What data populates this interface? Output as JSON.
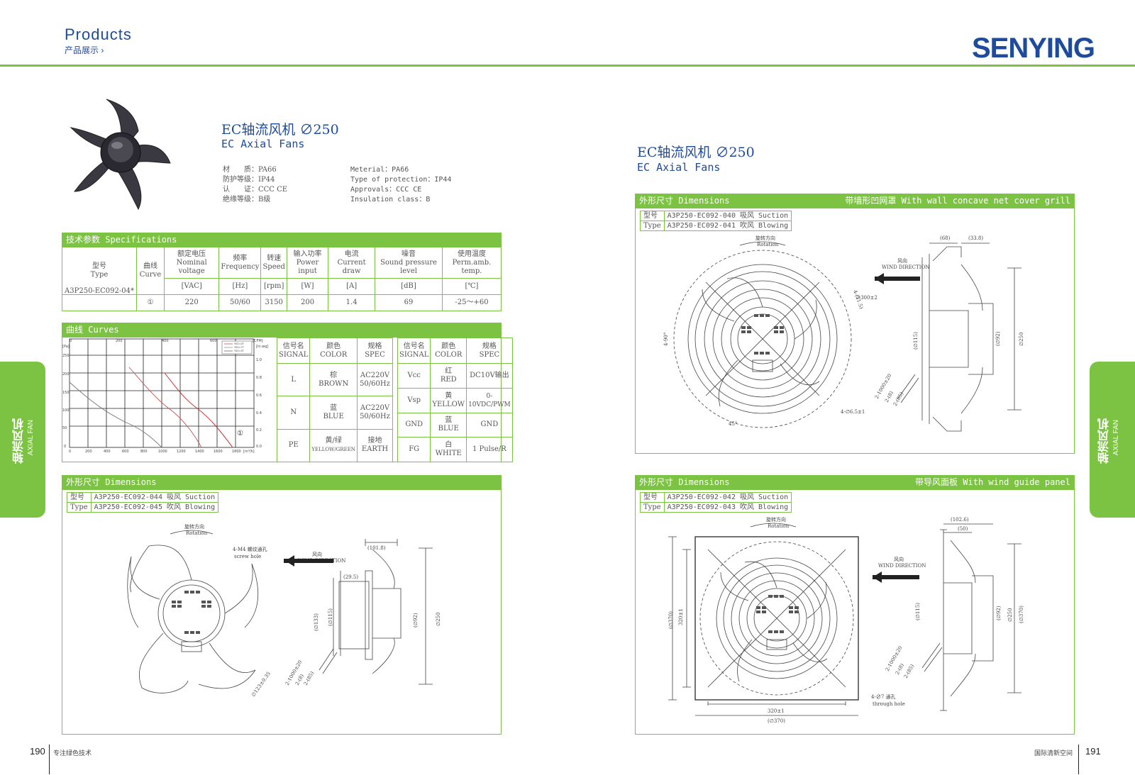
{
  "header": {
    "title": "Products",
    "subtitle": "产品展示",
    "brand": "SENYING"
  },
  "side": {
    "left_cn": "轴流风机",
    "left_en": "AXIAL FAN",
    "right_cn": "轴流风机",
    "right_en": "AXIAL FAN"
  },
  "product": {
    "title_cn": "EC轴流风机 ∅250",
    "title_en": "EC Axial Fans",
    "props_cn": [
      "材　　质：PA66",
      "防护等级：IP44",
      "认　　证：CCC CE",
      "绝缘等级：B级"
    ],
    "props_en": [
      "Meterial：PA66",
      "Type of protection：IP44",
      "Approvals：CCC CE",
      "Insulation class：B"
    ]
  },
  "specs": {
    "bar": "技术参数 Specifications",
    "headers": [
      {
        "cn": "型号",
        "en": "Type"
      },
      {
        "cn": "曲线",
        "en": "Curve"
      },
      {
        "cn": "额定电压",
        "en": "Nominal voltage"
      },
      {
        "cn": "频率",
        "en": "Frequency"
      },
      {
        "cn": "转速",
        "en": "Speed"
      },
      {
        "cn": "输入功率",
        "en": "Power input"
      },
      {
        "cn": "电流",
        "en": "Current draw"
      },
      {
        "cn": "噪音",
        "en": "Sound pressure level"
      },
      {
        "cn": "使用温度",
        "en": "Perm.amb. temp."
      }
    ],
    "units": [
      "[VAC]",
      "[Hz]",
      "[rpm]",
      "[W]",
      "[A]",
      "[dB]",
      "[℃]"
    ],
    "model": "A3P250-EC092-04*",
    "row": [
      "①",
      "220",
      "50/60",
      "3150",
      "200",
      "1.4",
      "69",
      "-25～+60"
    ]
  },
  "curves": {
    "bar": "曲线 Curves",
    "top_ticks": [
      "0",
      "200",
      "400",
      "600"
    ],
    "top_unit": "[CFM]",
    "x_ticks": [
      "0",
      "200",
      "400",
      "600",
      "800",
      "1000",
      "1200",
      "1400",
      "1600",
      "1800"
    ],
    "x_unit": "[m³/h]",
    "y_ticks": [
      "0",
      "50",
      "100",
      "150",
      "200",
      "250"
    ],
    "y_unit": "[Pa]",
    "y2_ticks": [
      "0.0",
      "0.2",
      "0.4",
      "0.6",
      "0.8",
      "1.0"
    ],
    "y2_unit": "[in.wg]",
    "curve_label": "①",
    "legend": [
      "Y00=0T",
      "Y00=7T",
      "Y00=5T"
    ]
  },
  "wiring": {
    "headers": [
      {
        "cn": "信号名",
        "en": "SIGNAL"
      },
      {
        "cn": "颜色",
        "en": "COLOR"
      },
      {
        "cn": "规格",
        "en": "SPEC"
      }
    ],
    "left": [
      {
        "sig": "L",
        "cn": "棕",
        "en": "BROWN",
        "spec": "AC220V 50/60Hz"
      },
      {
        "sig": "N",
        "cn": "蓝",
        "en": "BLUE",
        "spec": "AC220V 50/60Hz"
      },
      {
        "sig": "PE",
        "cn": "黄/绿",
        "en": "YELLOW/GREEN",
        "spec": "接地 EARTH"
      }
    ],
    "right": [
      {
        "sig": "Vcc",
        "cn": "红",
        "en": "RED",
        "spec": "DC10V输出"
      },
      {
        "sig": "Vsp",
        "cn": "黄",
        "en": "YELLOW",
        "spec": "0-10VDC/PWM"
      },
      {
        "sig": "GND",
        "cn": "蓝",
        "en": "BLUE",
        "spec": "GND"
      },
      {
        "sig": "FG",
        "cn": "白",
        "en": "WHITE",
        "spec": "1 Pulse/R"
      }
    ]
  },
  "dim_left": {
    "bar": "外形尺寸 Dimensions",
    "type_cn": "型号",
    "type_en": "Type",
    "models": [
      "A3P250-EC092-044 吸风 Suction",
      "A3P250-EC092-045 吹风 Blowing"
    ],
    "labels": {
      "rotation_cn": "旋转方向",
      "rotation_en": "Rotation",
      "screw_cn": "4-M4 螺纹通孔",
      "screw_en": "screw hole",
      "wind_cn": "风向",
      "wind_en": "WIND DIRECTION",
      "d1": "(101.8)",
      "d2": "(29.5)",
      "d3": "(∅133)",
      "d4": "(∅115)",
      "d5": "(∅92)",
      "d6": "∅250",
      "d7": "∅123±0.35",
      "w1": "2-1000±20",
      "w2": "2-(8)",
      "w3": "2-(85)"
    }
  },
  "right_title": {
    "cn": "EC轴流风机 ∅250",
    "en": "EC Axial Fans"
  },
  "dim_r1": {
    "bar": "外形尺寸 Dimensions",
    "bar_right": "带墙形凹网罩 With wall concave net cover grill",
    "type_cn": "型号",
    "type_en": "Type",
    "models": [
      "A3P250-EC092-040 吸风 Suction",
      "A3P250-EC092-041 吹风 Blowing"
    ],
    "labels": {
      "rotation_cn": "旋转方向",
      "rotation_en": "Rotation",
      "wind_cn": "风向",
      "wind_en": "WIND DIRECTION",
      "d1": "(68)",
      "d2": "(33.8)",
      "d3": "4-(11.5)",
      "d4": "∅300±2",
      "d5": "4-90°",
      "d6": "45°",
      "d7": "4-∅6.5±1",
      "d8": "(∅115)",
      "d9": "(∅92)",
      "d10": "∅250",
      "w1": "2-1000±20",
      "w2": "2-(8)",
      "w3": "2-(85)"
    }
  },
  "dim_r2": {
    "bar": "外形尺寸 Dimensions",
    "bar_right": "带导风面板 With wind guide panel",
    "type_cn": "型号",
    "type_en": "Type",
    "models": [
      "A3P250-EC092-042 吸风 Suction",
      "A3P250-EC092-043 吹风 Blowing"
    ],
    "labels": {
      "rotation_cn": "旋转方向",
      "rotation_en": "Rotation",
      "wind_cn": "风向",
      "wind_en": "WIND DIRECTION",
      "d1": "(102.6)",
      "d2": "(50)",
      "d3": "(∅370)",
      "d4": "320±1",
      "d5": "320±1",
      "d6": "(∅370)",
      "d7": "(∅115)",
      "d8": "(∅92)",
      "d9": "∅250",
      "d10": "(∅370)",
      "hole_cn": "4-∅7 通孔",
      "hole_en": "through hole",
      "w1": "2-1000±20",
      "w2": "2-(8)",
      "w3": "2-(85)"
    }
  },
  "footer": {
    "left_page": "190",
    "left_text": "专注绿色技术",
    "right_text": "国际清新空间",
    "right_page": "191"
  }
}
